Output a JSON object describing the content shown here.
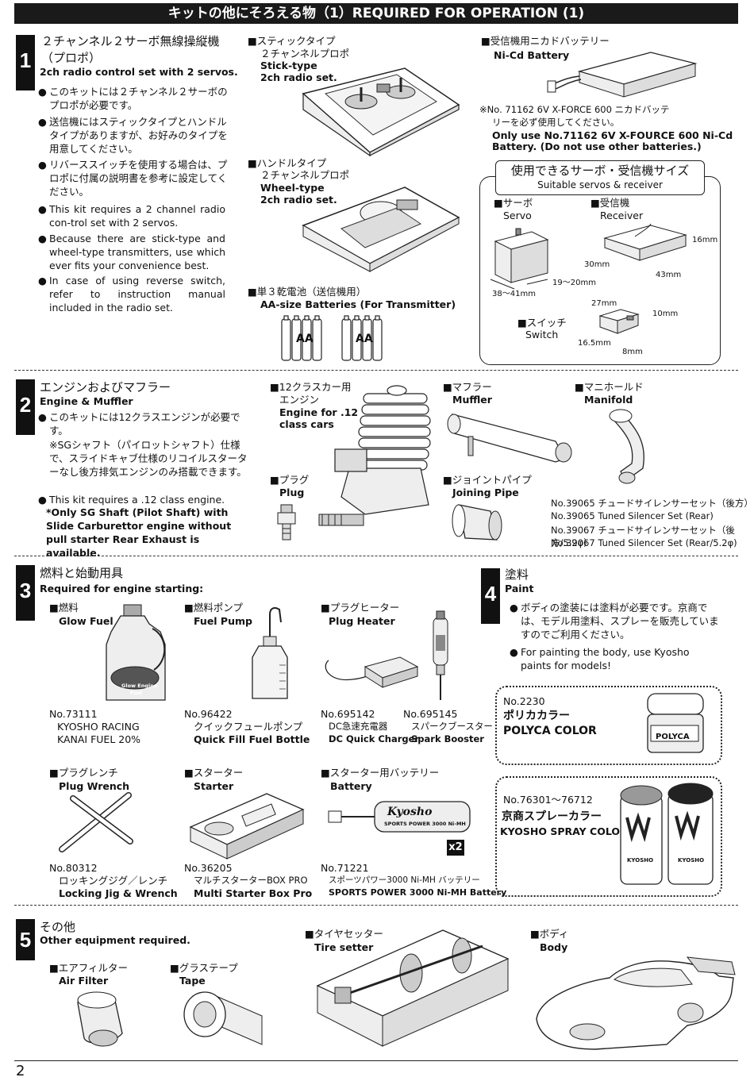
{
  "header": {
    "title": "キットの他にそろえる物（1）REQUIRED FOR OPERATION (1)"
  },
  "s1": {
    "num": "1",
    "title_jp": "２チャンネル２サーボ無線操縦機",
    "title_jp2": "（プロポ）",
    "title_en": "2ch radio control set with 2 servos.",
    "bullets_jp": [
      "このキットには２チャンネル２サーボのプロポが必要です。",
      "送信機にはスティックタイプとハンドルタイプがありますが、お好みのタイプを用意してください。",
      "リバーススイッチを使用する場合は、プロポに付属の説明書を参考に設定してください。"
    ],
    "bullets_en": [
      "This kit requires a 2 channel radio con-trol set with 2 servos.",
      "Because there are stick-type and wheel-type transmitters, use which ever fits your convenience best.",
      "In case of using reverse switch, refer to instruction manual included in the radio set."
    ],
    "bullet_char": "●",
    "stick_jp": "■スティックタイプ",
    "stick_jp2": "２チャンネルプロポ",
    "stick_en": "Stick-type",
    "stick_en2": "2ch radio set.",
    "wheel_jp": "■ハンドルタイプ",
    "wheel_jp2": "２チャンネルプロポ",
    "wheel_en": "Wheel-type",
    "wheel_en2": "2ch radio set.",
    "aa_jp": "■単３乾電池（送信機用）",
    "aa_en": "AA-size Batteries (For Transmitter)",
    "aa_label": "AA",
    "nicd_jp": "■受信機用ニカドバッテリー",
    "nicd_en": "Ni-Cd Battery",
    "nicd_note_jp": "※No. 71162 6V X-FORCE 600 ニカドバッテ",
    "nicd_note_jp2": "リーを必ず使用してください。",
    "nicd_note_en": "Only use No.71162 6V X-FOURCE 600 Ni-Cd",
    "nicd_note_en2": "Battery. (Do not use other batteries.)",
    "servo_box_jp": "使用できるサーボ・受信機サイズ",
    "servo_box_en": "Suitable servos & receiver",
    "servo_jp": "■サーボ",
    "servo_en": "Servo",
    "receiver_jp": "■受信機",
    "receiver_en": "Receiver",
    "switch_jp": "■スイッチ",
    "switch_en": "Switch",
    "dims": {
      "servo_w": "38〜41mm",
      "servo_d": "19〜20mm",
      "rx_h": "16mm",
      "rx_w": "30mm",
      "rx_l": "43mm",
      "sw_w": "27mm",
      "sw_h": "10mm",
      "sw_l": "16.5mm",
      "sw_d": "8mm"
    }
  },
  "s2": {
    "num": "2",
    "title_jp": "エンジンおよびマフラー",
    "title_en": "Engine & Muffler",
    "b1_jp": "このキットには12クラスエンジンが必要です。",
    "b1_note": "※SGシャフト（パイロットシャフト）仕様で、スライドキャブ仕様のリコイルスターターなし後方排気エンジンのみ搭載できます。",
    "b2_en": "This kit requires a .12 class engine.",
    "b2_en_bold": "*Only SG Shaft (Pilot Shaft) with Slide Carburettor engine without pull starter Rear Exhaust is available.",
    "bullet_char": "●",
    "engine_jp": "■12クラスカー用",
    "engine_jp2": "エンジン",
    "engine_en": "Engine for .12",
    "engine_en2": "class cars",
    "plug_jp": "■プラグ",
    "plug_en": "Plug",
    "muffler_jp": "■マフラー",
    "muffler_en": "Muffler",
    "joining_jp": "■ジョイントパイプ",
    "joining_en": "Joining Pipe",
    "manifold_jp": "■マニホールド",
    "manifold_en": "Manifold",
    "silencer1_jp": "No.39065 チュードサイレンサーセット（後方）",
    "silencer1_en": "No.39065 Tuned Silencer Set (Rear)",
    "silencer2_jp": "No.39067 チュードサイレンサーセット（後方/5.2φ）",
    "silencer2_en": "No.39067 Tuned Silencer Set (Rear/5.2φ)"
  },
  "s3": {
    "num": "3",
    "title_jp": "燃料と始動用具",
    "title_en": "Required for engine starting:",
    "items": [
      {
        "jp": "■燃料",
        "en": "Glow Fuel",
        "no": "No.73111",
        "name_jp": "KYOSHO RACING",
        "name_en": "KANAI FUEL 20%"
      },
      {
        "jp": "■燃料ポンプ",
        "en": "Fuel Pump",
        "no": "No.96422",
        "name_jp": "クイックフュールポンプ",
        "name_en": "Quick Fill Fuel Bottle"
      },
      {
        "jp": "■プラグヒーター",
        "en": "Plug Heater",
        "no": "No.695142",
        "name_jp": "DC急速充電器",
        "name_en": "DC Quick Charger"
      },
      {
        "no": "No.695145",
        "name_jp": "スパークブースター",
        "name_en": "Spark Booster"
      },
      {
        "jp": "■プラグレンチ",
        "en": "Plug Wrench",
        "no": "No.80312",
        "name_jp": "ロッキングジグ／レンチ",
        "name_en": "Locking Jig & Wrench"
      },
      {
        "jp": "■スターター",
        "en": "Starter",
        "no": "No.36205",
        "name_jp": "マルチスターターBOX PRO",
        "name_en": "Multi Starter Box Pro"
      },
      {
        "jp": "■スターター用バッテリー",
        "en": "Battery",
        "no": "No.71221",
        "name_jp": "スポーツパワー3000 Ni-MH バッテリー",
        "name_en": "SPORTS POWER 3000 Ni-MH Battery"
      }
    ],
    "fuel_label1": "Glow Engine",
    "fuel_label2": "Fuel",
    "battery_brand": "Kyosho",
    "battery_text": "SPORTS POWER 3000 Ni-MH",
    "x2": "x2"
  },
  "s4": {
    "num": "4",
    "title_jp": "塗料",
    "title_en": "Paint",
    "b1_jp": "ボディの塗装には塗料が必要です。京商では、モデル用塗料、スプレーを販売していますのでご利用ください。",
    "b1_en": "For painting the body, use Kyosho paints for models!",
    "bullet_char": "●",
    "polyca_no": "No.2230",
    "polyca_jp": "ポリカカラー",
    "polyca_en": "POLYCA COLOR",
    "polyca_label": "POLYCA",
    "spray_no": "No.76301〜76712",
    "spray_jp": "京商スプレーカラー",
    "spray_en": "KYOSHO SPRAY COLOR",
    "spray_can_text": "KYOSHO"
  },
  "s5": {
    "num": "5",
    "title_jp": "その他",
    "title_en": "Other equipment required.",
    "air_jp": "■エアフィルター",
    "air_en": "Air Filter",
    "tape_jp": "■グラステープ",
    "tape_en": "Tape",
    "tire_jp": "■タイヤセッター",
    "tire_en": "Tire setter",
    "body_jp": "■ボディ",
    "body_en": "Body"
  },
  "footer": {
    "page": "2"
  }
}
